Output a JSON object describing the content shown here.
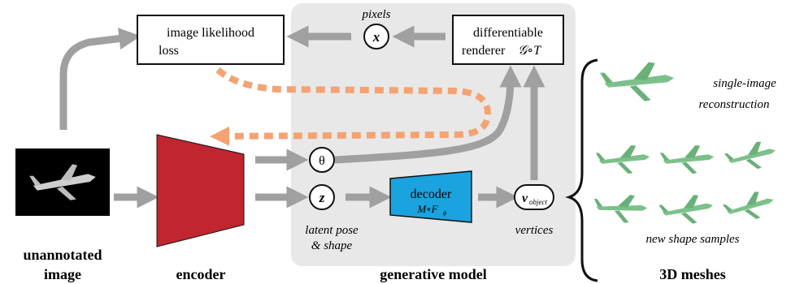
{
  "boxes": {
    "likelihood_line1": "image likelihood",
    "likelihood_line2": "loss",
    "renderer_line1": "differentiable",
    "renderer_line2": "renderer",
    "renderer_math": "𝒢∘T",
    "decoder_line1": "decoder",
    "decoder_line2": "M∘F",
    "decoder_sub": "ϕ"
  },
  "nodes": {
    "pixels_label": "pixels",
    "pixels_symbol": "x",
    "theta_symbol": "θ",
    "z_symbol": "z",
    "vertex_symbol": "v",
    "vertex_sub": "object"
  },
  "annotations": {
    "latent_line1": "latent pose",
    "latent_line2": "& shape",
    "vertices": "vertices",
    "single_line1": "single-image",
    "single_line2": "reconstruction",
    "new_samples": "new shape samples"
  },
  "captions": {
    "unannotated_line1": "unannotated",
    "unannotated_line2": "image",
    "encoder": "encoder",
    "generative": "generative model",
    "meshes": "3D meshes"
  },
  "colors": {
    "arrow_gray": "#a0a0a0",
    "dashed_orange": "#f4a373",
    "encoder_red": "#c02530",
    "decoder_blue": "#1aa3de",
    "panel_gray": "#e8e8e8",
    "mesh_green": "#7cc08a"
  }
}
